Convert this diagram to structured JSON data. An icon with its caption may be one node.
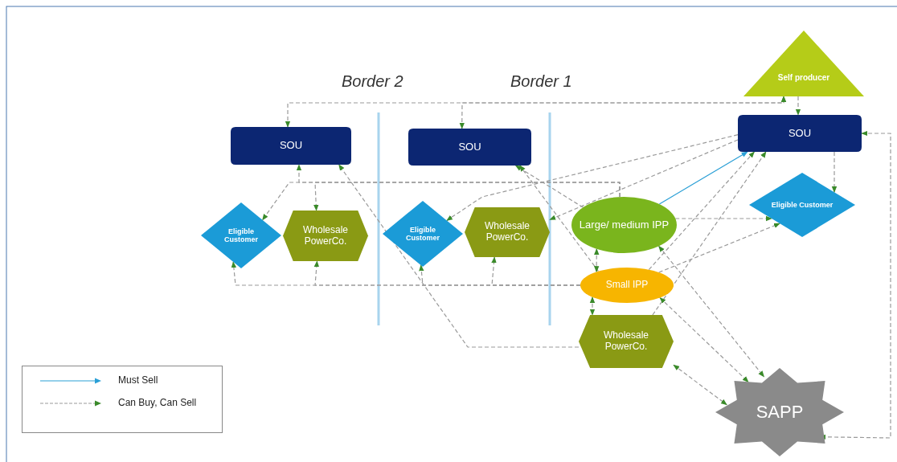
{
  "diagram": {
    "nodes": [
      {
        "text": [
          "Self producer"
        ]
      },
      {
        "text": [
          "SOU"
        ]
      },
      {
        "text": [
          "SOU"
        ]
      },
      {
        "text": [
          "SOU"
        ]
      },
      {
        "text": [
          "Eligible Customer"
        ]
      },
      {
        "text": [
          "Wholesale PowerCo."
        ]
      },
      {
        "text": [
          "Eligible Customer"
        ]
      },
      {
        "text": [
          "Wholesale PowerCo."
        ]
      },
      {
        "text": [
          "Large/ medium IPP"
        ]
      },
      {
        "text": [
          "Eligible Customer"
        ]
      },
      {
        "text": [
          "Small IPP"
        ]
      },
      {
        "text": [
          "Wholesale PowerCo."
        ]
      },
      {
        "text": [
          "SAPP"
        ]
      }
    ],
    "edges": [
      {
        "from": 8,
        "to": 3,
        "arrow": "to",
        "color": "#2a9fd6"
      },
      {
        "from": 1,
        "to": 0,
        "arrow": "both",
        "style": "dashed"
      },
      {
        "from": 2,
        "to": 0,
        "arrow": "both",
        "style": "dashed"
      },
      {
        "from": 0,
        "to": 3,
        "arrow": "to",
        "style": "dashed"
      },
      {
        "from": 3,
        "to": 12,
        "arrow": "both",
        "style": "dashed"
      },
      {
        "from": 3,
        "to": 9,
        "arrow": "to",
        "style": "dashed"
      },
      {
        "from": 8,
        "to": 1,
        "arrow": "to",
        "style": "dashed"
      },
      {
        "from": 8,
        "to": 4,
        "arrow": "to",
        "style": "dashed"
      },
      {
        "from": 8,
        "to": 5,
        "arrow": "to",
        "style": "dashed"
      },
      {
        "from": 10,
        "to": 4,
        "arrow": "to",
        "style": "dashed"
      },
      {
        "from": 10,
        "to": 5,
        "arrow": "to",
        "style": "dashed"
      },
      {
        "from": 10,
        "to": 6,
        "arrow": "to",
        "style": "dashed"
      },
      {
        "from": 10,
        "to": 7,
        "arrow": "to",
        "style": "dashed"
      },
      {
        "from": 11,
        "to": 1,
        "arrow": "to",
        "style": "dashed"
      },
      {
        "from": 3,
        "to": 6,
        "arrow": "to",
        "style": "dashed"
      },
      {
        "from": 3,
        "to": 7,
        "arrow": "to",
        "style": "dashed"
      },
      {
        "from": 8,
        "to": 2,
        "arrow": "to",
        "style": "dashed"
      },
      {
        "from": 10,
        "to": 2,
        "arrow": "to",
        "style": "dashed"
      },
      {
        "from": 8,
        "to": 10,
        "arrow": "both",
        "style": "dashed"
      },
      {
        "from": 10,
        "to": 11,
        "arrow": "both",
        "style": "dashed"
      },
      {
        "from": 8,
        "to": 9,
        "arrow": "to",
        "style": "dashed"
      },
      {
        "from": 10,
        "to": 9,
        "arrow": "to",
        "style": "dashed"
      },
      {
        "from": 10,
        "to": 3,
        "arrow": "to",
        "style": "dashed"
      },
      {
        "from": 11,
        "to": 3,
        "arrow": "to",
        "style": "dashed"
      },
      {
        "from": 8,
        "to": 12,
        "arrow": "both",
        "style": "dashed"
      },
      {
        "from": 10,
        "to": 12,
        "arrow": "both",
        "style": "dashed"
      },
      {
        "from": 11,
        "to": 12,
        "arrow": "both",
        "style": "dashed"
      }
    ],
    "labels": [
      "Border 2",
      "Border 1"
    ],
    "legend": [
      {
        "text": "Must Sell"
      },
      {
        "text": "Can Buy, Can Sell"
      }
    ]
  }
}
